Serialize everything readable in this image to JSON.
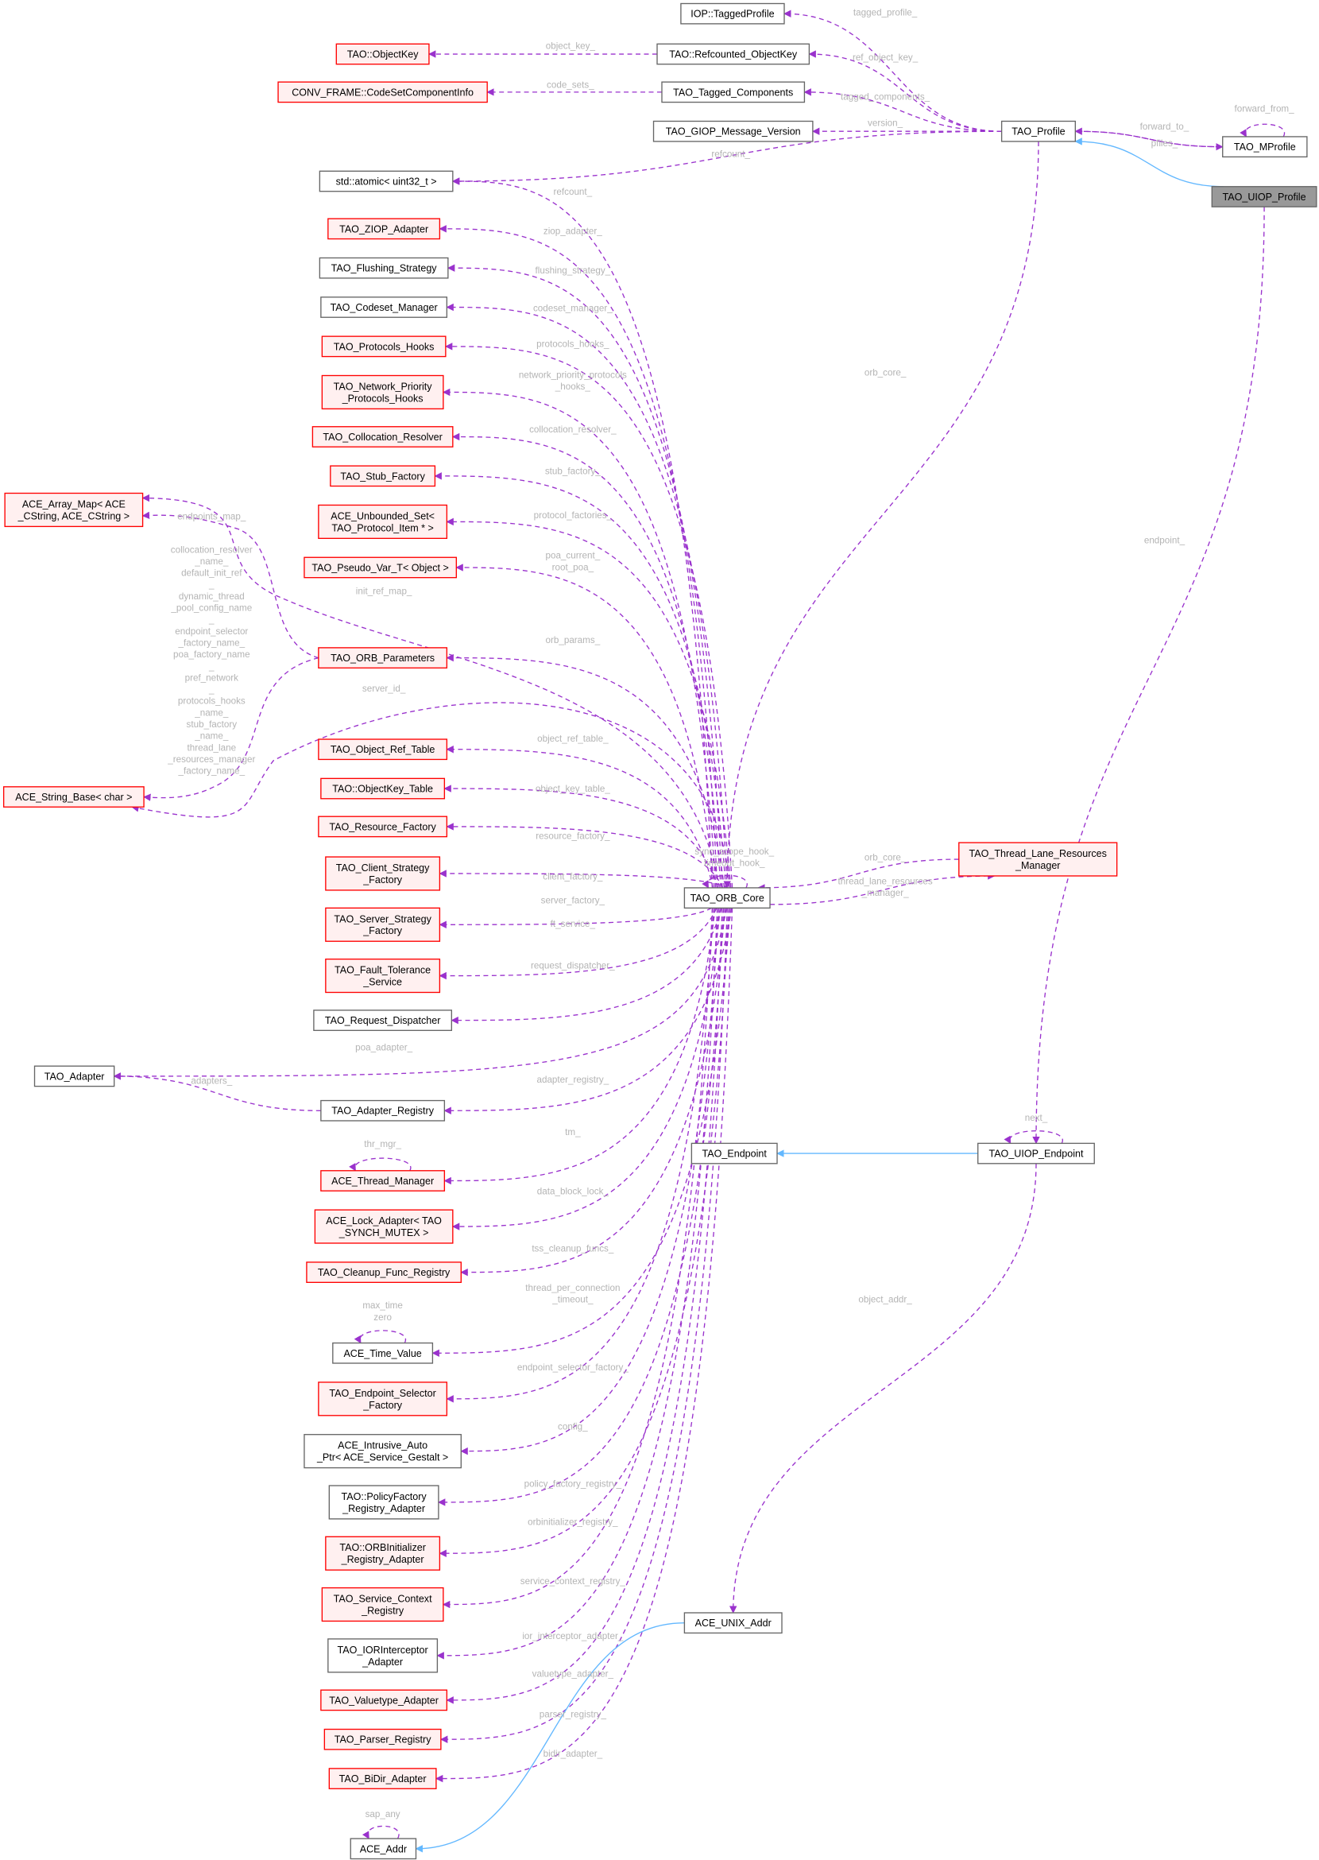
{
  "colors": {
    "member_edge": "#9a32cd",
    "inherit_edge": "#63b8ff",
    "red_border": "#ff0000",
    "red_fill": "#fff0f0",
    "focus_fill": "#999999"
  },
  "nodes": [
    {
      "id": "iop",
      "lines": [
        "IOP::TaggedProfile"
      ],
      "style": "b"
    },
    {
      "id": "refokey",
      "lines": [
        "TAO::Refcounted_ObjectKey"
      ],
      "style": "b"
    },
    {
      "id": "okey",
      "lines": [
        "TAO::ObjectKey"
      ],
      "style": "r"
    },
    {
      "id": "conv",
      "lines": [
        "CONV_FRAME::CodeSetComponentInfo"
      ],
      "style": "r"
    },
    {
      "id": "tagged",
      "lines": [
        "TAO_Tagged_Components"
      ],
      "style": "b"
    },
    {
      "id": "giop",
      "lines": [
        "TAO_GIOP_Message_Version"
      ],
      "style": "b"
    },
    {
      "id": "profile",
      "lines": [
        "TAO_Profile"
      ],
      "style": "b"
    },
    {
      "id": "mprofile",
      "lines": [
        "TAO_MProfile"
      ],
      "style": "b"
    },
    {
      "id": "uiopprofile",
      "lines": [
        "TAO_UIOP_Profile"
      ],
      "style": "g"
    },
    {
      "id": "atomic",
      "lines": [
        "std::atomic< uint32_t >"
      ],
      "style": "b"
    },
    {
      "id": "ziop",
      "lines": [
        "TAO_ZIOP_Adapter"
      ],
      "style": "r"
    },
    {
      "id": "flush",
      "lines": [
        "TAO_Flushing_Strategy"
      ],
      "style": "b"
    },
    {
      "id": "codeset",
      "lines": [
        "TAO_Codeset_Manager"
      ],
      "style": "b"
    },
    {
      "id": "phooks",
      "lines": [
        "TAO_Protocols_Hooks"
      ],
      "style": "r"
    },
    {
      "id": "netprio",
      "lines": [
        "TAO_Network_Priority",
        "_Protocols_Hooks"
      ],
      "style": "r"
    },
    {
      "id": "colloc",
      "lines": [
        "TAO_Collocation_Resolver"
      ],
      "style": "r"
    },
    {
      "id": "stub",
      "lines": [
        "TAO_Stub_Factory"
      ],
      "style": "r"
    },
    {
      "id": "unbset",
      "lines": [
        "ACE_Unbounded_Set<",
        "TAO_Protocol_Item * >"
      ],
      "style": "r"
    },
    {
      "id": "pseudo",
      "lines": [
        "TAO_Pseudo_Var_T< Object >"
      ],
      "style": "r"
    },
    {
      "id": "arraymap",
      "lines": [
        "ACE_Array_Map< ACE",
        "_CString, ACE_CString >"
      ],
      "style": "r"
    },
    {
      "id": "orbparams",
      "lines": [
        "TAO_ORB_Parameters"
      ],
      "style": "r"
    },
    {
      "id": "strbase",
      "lines": [
        "ACE_String_Base< char >"
      ],
      "style": "r"
    },
    {
      "id": "objref",
      "lines": [
        "TAO_Object_Ref_Table"
      ],
      "style": "r"
    },
    {
      "id": "okeytable",
      "lines": [
        "TAO::ObjectKey_Table"
      ],
      "style": "r"
    },
    {
      "id": "resfact",
      "lines": [
        "TAO_Resource_Factory"
      ],
      "style": "r"
    },
    {
      "id": "clientfact",
      "lines": [
        "TAO_Client_Strategy",
        "_Factory"
      ],
      "style": "r"
    },
    {
      "id": "serverfact",
      "lines": [
        "TAO_Server_Strategy",
        "_Factory"
      ],
      "style": "r"
    },
    {
      "id": "ft",
      "lines": [
        "TAO_Fault_Tolerance",
        "_Service"
      ],
      "style": "r"
    },
    {
      "id": "reqdisp",
      "lines": [
        "TAO_Request_Dispatcher"
      ],
      "style": "b"
    },
    {
      "id": "adapter",
      "lines": [
        "TAO_Adapter"
      ],
      "style": "b"
    },
    {
      "id": "adreg",
      "lines": [
        "TAO_Adapter_Registry"
      ],
      "style": "b"
    },
    {
      "id": "thrmgr",
      "lines": [
        "ACE_Thread_Manager"
      ],
      "style": "r"
    },
    {
      "id": "lockad",
      "lines": [
        "ACE_Lock_Adapter< TAO",
        "_SYNCH_MUTEX >"
      ],
      "style": "r"
    },
    {
      "id": "cleanup",
      "lines": [
        "TAO_Cleanup_Func_Registry"
      ],
      "style": "r"
    },
    {
      "id": "timeval",
      "lines": [
        "ACE_Time_Value"
      ],
      "style": "b"
    },
    {
      "id": "epsel",
      "lines": [
        "TAO_Endpoint_Selector",
        "_Factory"
      ],
      "style": "r"
    },
    {
      "id": "intrusive",
      "lines": [
        "ACE_Intrusive_Auto",
        "_Ptr< ACE_Service_Gestalt >"
      ],
      "style": "b"
    },
    {
      "id": "polfact",
      "lines": [
        "TAO::PolicyFactory",
        "_Registry_Adapter"
      ],
      "style": "b"
    },
    {
      "id": "orbinit",
      "lines": [
        "TAO::ORBInitializer",
        "_Registry_Adapter"
      ],
      "style": "r"
    },
    {
      "id": "svcctx",
      "lines": [
        "TAO_Service_Context",
        "_Registry"
      ],
      "style": "r"
    },
    {
      "id": "iorint",
      "lines": [
        "TAO_IORInterceptor",
        "_Adapter"
      ],
      "style": "b"
    },
    {
      "id": "valuetype",
      "lines": [
        "TAO_Valuetype_Adapter"
      ],
      "style": "r"
    },
    {
      "id": "parser",
      "lines": [
        "TAO_Parser_Registry"
      ],
      "style": "r"
    },
    {
      "id": "bidir",
      "lines": [
        "TAO_BiDir_Adapter"
      ],
      "style": "r"
    },
    {
      "id": "addr",
      "lines": [
        "ACE_Addr"
      ],
      "style": "b"
    },
    {
      "id": "orbcore",
      "lines": [
        "TAO_ORB_Core"
      ],
      "style": "b"
    },
    {
      "id": "tlrm",
      "lines": [
        "TAO_Thread_Lane_Resources",
        "_Manager"
      ],
      "style": "r"
    },
    {
      "id": "endpoint",
      "lines": [
        "TAO_Endpoint"
      ],
      "style": "b"
    },
    {
      "id": "uiopep",
      "lines": [
        "TAO_UIOP_Endpoint"
      ],
      "style": "b"
    },
    {
      "id": "unixaddr",
      "lines": [
        "ACE_UNIX_Addr"
      ],
      "style": "b"
    }
  ],
  "edges": [
    {
      "from": "refokey",
      "to": "okey",
      "labels": [
        "object_key_"
      ],
      "type": "m"
    },
    {
      "from": "tagged",
      "to": "conv",
      "labels": [
        "code_sets_"
      ],
      "type": "m"
    },
    {
      "from": "profile",
      "to": "iop",
      "labels": [
        "tagged_profile_"
      ],
      "type": "m"
    },
    {
      "from": "profile",
      "to": "refokey",
      "labels": [
        "ref_object_key_"
      ],
      "type": "m"
    },
    {
      "from": "profile",
      "to": "tagged",
      "labels": [
        "tagged_components_"
      ],
      "type": "m"
    },
    {
      "from": "profile",
      "to": "giop",
      "labels": [
        "version_"
      ],
      "type": "m"
    },
    {
      "from": "profile",
      "to": "atomic",
      "labels": [
        "refcount_"
      ],
      "type": "m"
    },
    {
      "from": "profile",
      "to": "mprofile",
      "labels": [
        "forward_to_"
      ],
      "type": "m"
    },
    {
      "from": "mprofile",
      "to": "profile",
      "labels": [
        "pfiles_"
      ],
      "type": "m"
    },
    {
      "from": "mprofile",
      "to": "mprofile",
      "labels": [
        "forward_from_"
      ],
      "type": "m"
    },
    {
      "from": "uiopprofile",
      "to": "profile",
      "labels": [],
      "type": "i"
    },
    {
      "from": "uiopprofile",
      "to": "uiopep",
      "labels": [
        "endpoint_"
      ],
      "type": "m"
    },
    {
      "from": "profile",
      "to": "orbcore",
      "labels": [
        "orb_core_"
      ],
      "type": "m"
    },
    {
      "from": "orbcore",
      "to": "atomic",
      "labels": [
        "refcount_"
      ],
      "type": "m"
    },
    {
      "from": "orbcore",
      "to": "ziop",
      "labels": [
        "ziop_adapter_"
      ],
      "type": "m"
    },
    {
      "from": "orbcore",
      "to": "flush",
      "labels": [
        "flushing_strategy_"
      ],
      "type": "m"
    },
    {
      "from": "orbcore",
      "to": "codeset",
      "labels": [
        "codeset_manager_"
      ],
      "type": "m"
    },
    {
      "from": "orbcore",
      "to": "phooks",
      "labels": [
        "protocols_hooks_"
      ],
      "type": "m"
    },
    {
      "from": "orbcore",
      "to": "netprio",
      "labels": [
        "network_priority_protocols",
        "_hooks_"
      ],
      "type": "m"
    },
    {
      "from": "orbcore",
      "to": "colloc",
      "labels": [
        "collocation_resolver_"
      ],
      "type": "m"
    },
    {
      "from": "orbcore",
      "to": "stub",
      "labels": [
        "stub_factory_"
      ],
      "type": "m"
    },
    {
      "from": "orbcore",
      "to": "unbset",
      "labels": [
        "protocol_factories_"
      ],
      "type": "m"
    },
    {
      "from": "orbcore",
      "to": "pseudo",
      "labels": [
        "poa_current_",
        "root_poa_"
      ],
      "type": "m"
    },
    {
      "from": "orbcore",
      "to": "arraymap",
      "labels": [
        "init_ref_map_"
      ],
      "type": "m"
    },
    {
      "from": "orbcore",
      "to": "orbparams",
      "labels": [
        "orb_params_"
      ],
      "type": "m"
    },
    {
      "from": "orbcore",
      "to": "strbase",
      "labels": [
        "server_id_"
      ],
      "type": "m"
    },
    {
      "from": "orbcore",
      "to": "objref",
      "labels": [
        "object_ref_table_"
      ],
      "type": "m"
    },
    {
      "from": "orbcore",
      "to": "okeytable",
      "labels": [
        "object_key_table_"
      ],
      "type": "m"
    },
    {
      "from": "orbcore",
      "to": "resfact",
      "labels": [
        "resource_factory_"
      ],
      "type": "m"
    },
    {
      "from": "orbcore",
      "to": "clientfact",
      "labels": [
        "client_factory_"
      ],
      "type": "m"
    },
    {
      "from": "orbcore",
      "to": "serverfact",
      "labels": [
        "server_factory_"
      ],
      "type": "m"
    },
    {
      "from": "orbcore",
      "to": "ft",
      "labels": [
        "ft_service_"
      ],
      "type": "m"
    },
    {
      "from": "orbcore",
      "to": "reqdisp",
      "labels": [
        "request_dispatcher_"
      ],
      "type": "m"
    },
    {
      "from": "orbcore",
      "to": "adapter",
      "labels": [
        "poa_adapter_"
      ],
      "type": "m"
    },
    {
      "from": "orbcore",
      "to": "adreg",
      "labels": [
        "adapter_registry_"
      ],
      "type": "m"
    },
    {
      "from": "orbcore",
      "to": "thrmgr",
      "labels": [
        "tm_"
      ],
      "type": "m"
    },
    {
      "from": "orbcore",
      "to": "lockad",
      "labels": [
        "data_block_lock_"
      ],
      "type": "m"
    },
    {
      "from": "orbcore",
      "to": "cleanup",
      "labels": [
        "tss_cleanup_funcs_"
      ],
      "type": "m"
    },
    {
      "from": "orbcore",
      "to": "timeval",
      "labels": [
        "thread_per_connection",
        "_timeout_"
      ],
      "type": "m"
    },
    {
      "from": "orbcore",
      "to": "epsel",
      "labels": [
        "endpoint_selector_factory_"
      ],
      "type": "m"
    },
    {
      "from": "orbcore",
      "to": "intrusive",
      "labels": [
        "config_"
      ],
      "type": "m"
    },
    {
      "from": "orbcore",
      "to": "polfact",
      "labels": [
        "policy_factory_registry_"
      ],
      "type": "m"
    },
    {
      "from": "orbcore",
      "to": "orbinit",
      "labels": [
        "orbinitializer_registry_"
      ],
      "type": "m"
    },
    {
      "from": "orbcore",
      "to": "svcctx",
      "labels": [
        "service_context_registry_"
      ],
      "type": "m"
    },
    {
      "from": "orbcore",
      "to": "iorint",
      "labels": [
        "ior_interceptor_adapter_"
      ],
      "type": "m"
    },
    {
      "from": "orbcore",
      "to": "valuetype",
      "labels": [
        "valuetype_adapter_"
      ],
      "type": "m"
    },
    {
      "from": "orbcore",
      "to": "parser",
      "labels": [
        "parser_registry_"
      ],
      "type": "m"
    },
    {
      "from": "orbcore",
      "to": "bidir",
      "labels": [
        "bidir_adapter_"
      ],
      "type": "m"
    },
    {
      "from": "orbparams",
      "to": "arraymap",
      "labels": [
        "endpoints_map_"
      ],
      "type": "m"
    },
    {
      "from": "orbparams",
      "to": "strbase",
      "labels": [
        "collocation_resolver",
        "_name_",
        "default_init_ref",
        "_",
        "dynamic_thread",
        "_pool_config_name",
        "_",
        "endpoint_selector",
        "_factory_name_",
        "poa_factory_name",
        "_",
        "pref_network",
        "_",
        "protocols_hooks",
        "_name_",
        "stub_factory",
        "_name_",
        "thread_lane",
        "_resources_manager",
        "_factory_name_"
      ],
      "type": "m"
    },
    {
      "from": "adreg",
      "to": "adapter",
      "labels": [
        "adapters_"
      ],
      "type": "m"
    },
    {
      "from": "thrmgr",
      "to": "thrmgr",
      "labels": [
        "thr_mgr_"
      ],
      "type": "m"
    },
    {
      "from": "timeval",
      "to": "timeval",
      "labels": [
        "max_time",
        "zero"
      ],
      "type": "m"
    },
    {
      "from": "addr",
      "to": "addr",
      "labels": [
        "sap_any"
      ],
      "type": "m"
    },
    {
      "from": "tlrm",
      "to": "orbcore",
      "labels": [
        "orb_core_"
      ],
      "type": "m"
    },
    {
      "from": "orbcore",
      "to": "tlrm",
      "labels": [
        "thread_lane_resources",
        "_manager_"
      ],
      "type": "m"
    },
    {
      "from": "orbcore",
      "to": "orbcore",
      "labels": [
        "sync_scope_hook_",
        "timeout_hook_"
      ],
      "type": "m"
    },
    {
      "from": "uiopep",
      "to": "uiopep",
      "labels": [
        "next_"
      ],
      "type": "m"
    },
    {
      "from": "uiopep",
      "to": "endpoint",
      "labels": [],
      "type": "i"
    },
    {
      "from": "uiopep",
      "to": "unixaddr",
      "labels": [
        "object_addr_"
      ],
      "type": "m"
    },
    {
      "from": "unixaddr",
      "to": "addr",
      "labels": [],
      "type": "i"
    }
  ]
}
